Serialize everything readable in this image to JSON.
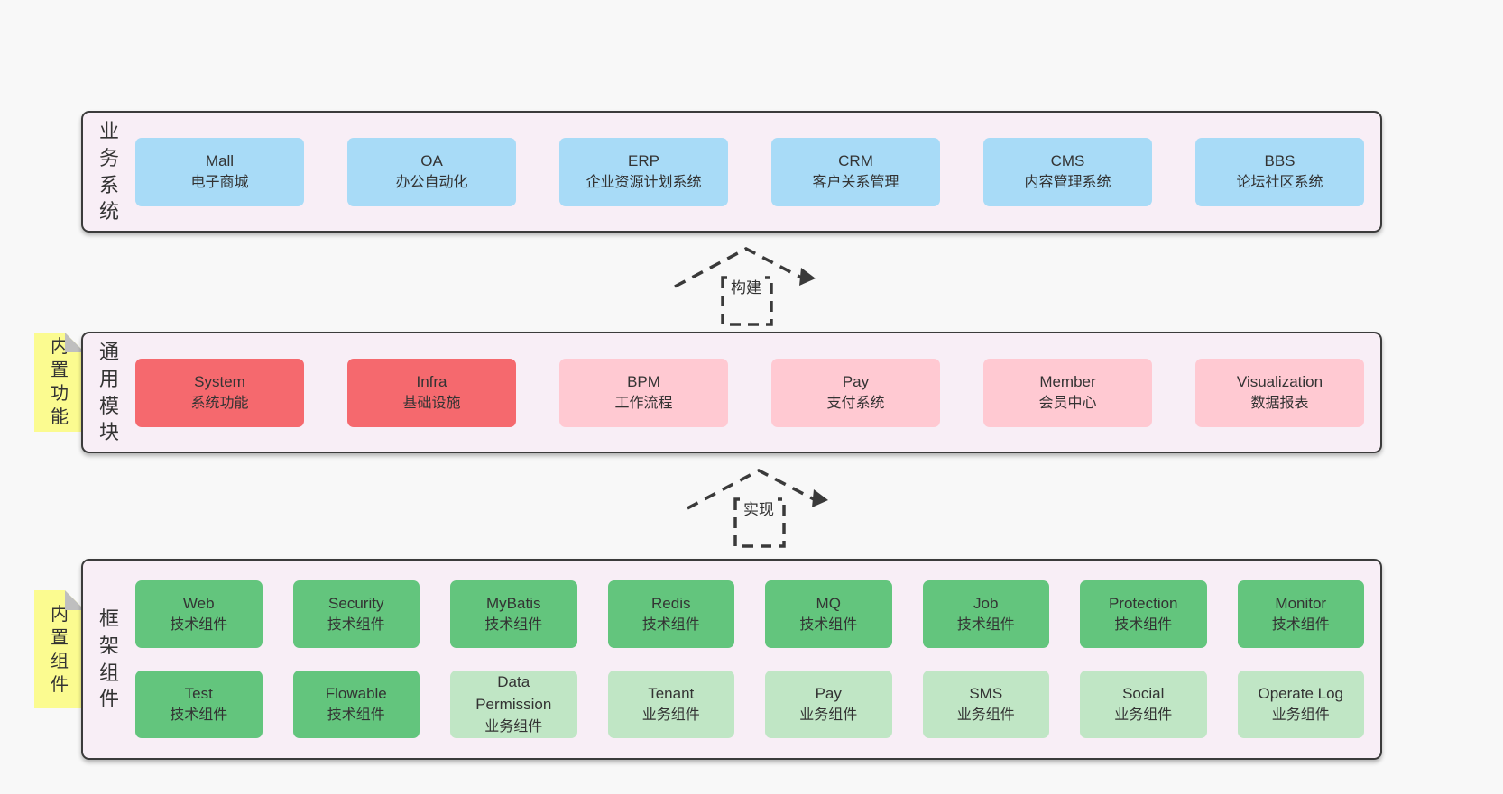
{
  "colors": {
    "page_bg": "#f8f8f8",
    "section_bg": "#f8eef6",
    "section_border": "#3b3b3b",
    "blue_box": "#a8dbf7",
    "red_box": "#f5696e",
    "pink_box": "#ffc9d2",
    "green_box": "#63c57d",
    "light_green_box": "#c0e6c5",
    "tab_yellow": "#fbfb90",
    "fold_gray": "#bfbfbf",
    "text": "#333333"
  },
  "arrows": [
    {
      "label": "构建"
    },
    {
      "label": "实现"
    }
  ],
  "sections": [
    {
      "label": "业务系统",
      "rows": [
        [
          {
            "title": "Mall",
            "subtitle": "电子商城",
            "variant": "blue"
          },
          {
            "title": "OA",
            "subtitle": "办公自动化",
            "variant": "blue"
          },
          {
            "title": "ERP",
            "subtitle": "企业资源计划系统",
            "variant": "blue"
          },
          {
            "title": "CRM",
            "subtitle": "客户关系管理",
            "variant": "blue"
          },
          {
            "title": "CMS",
            "subtitle": "内容管理系统",
            "variant": "blue"
          },
          {
            "title": "BBS",
            "subtitle": "论坛社区系统",
            "variant": "blue"
          }
        ]
      ]
    },
    {
      "label": "通用模块",
      "tab": "内置功能",
      "rows": [
        [
          {
            "title": "System",
            "subtitle": "系统功能",
            "variant": "red"
          },
          {
            "title": "Infra",
            "subtitle": "基础设施",
            "variant": "red"
          },
          {
            "title": "BPM",
            "subtitle": "工作流程",
            "variant": "pink"
          },
          {
            "title": "Pay",
            "subtitle": "支付系统",
            "variant": "pink"
          },
          {
            "title": "Member",
            "subtitle": "会员中心",
            "variant": "pink"
          },
          {
            "title": "Visualization",
            "subtitle": "数据报表",
            "variant": "pink"
          }
        ]
      ]
    },
    {
      "label": "框架组件",
      "tab": "内置组件",
      "rows": [
        [
          {
            "title": "Web",
            "subtitle": "技术组件",
            "variant": "green"
          },
          {
            "title": "Security",
            "subtitle": "技术组件",
            "variant": "green"
          },
          {
            "title": "MyBatis",
            "subtitle": "技术组件",
            "variant": "green"
          },
          {
            "title": "Redis",
            "subtitle": "技术组件",
            "variant": "green"
          },
          {
            "title": "MQ",
            "subtitle": "技术组件",
            "variant": "green"
          },
          {
            "title": "Job",
            "subtitle": "技术组件",
            "variant": "green"
          },
          {
            "title": "Protection",
            "subtitle": "技术组件",
            "variant": "green"
          },
          {
            "title": "Monitor",
            "subtitle": "技术组件",
            "variant": "green"
          }
        ],
        [
          {
            "title": "Test",
            "subtitle": "技术组件",
            "variant": "green"
          },
          {
            "title": "Flowable",
            "subtitle": "技术组件",
            "variant": "green"
          },
          {
            "title": "Data Permission",
            "subtitle": "业务组件",
            "variant": "lgreen"
          },
          {
            "title": "Tenant",
            "subtitle": "业务组件",
            "variant": "lgreen"
          },
          {
            "title": "Pay",
            "subtitle": "业务组件",
            "variant": "lgreen"
          },
          {
            "title": "SMS",
            "subtitle": "业务组件",
            "variant": "lgreen"
          },
          {
            "title": "Social",
            "subtitle": "业务组件",
            "variant": "lgreen"
          },
          {
            "title": "Operate Log",
            "subtitle": "业务组件",
            "variant": "lgreen"
          }
        ]
      ]
    }
  ]
}
